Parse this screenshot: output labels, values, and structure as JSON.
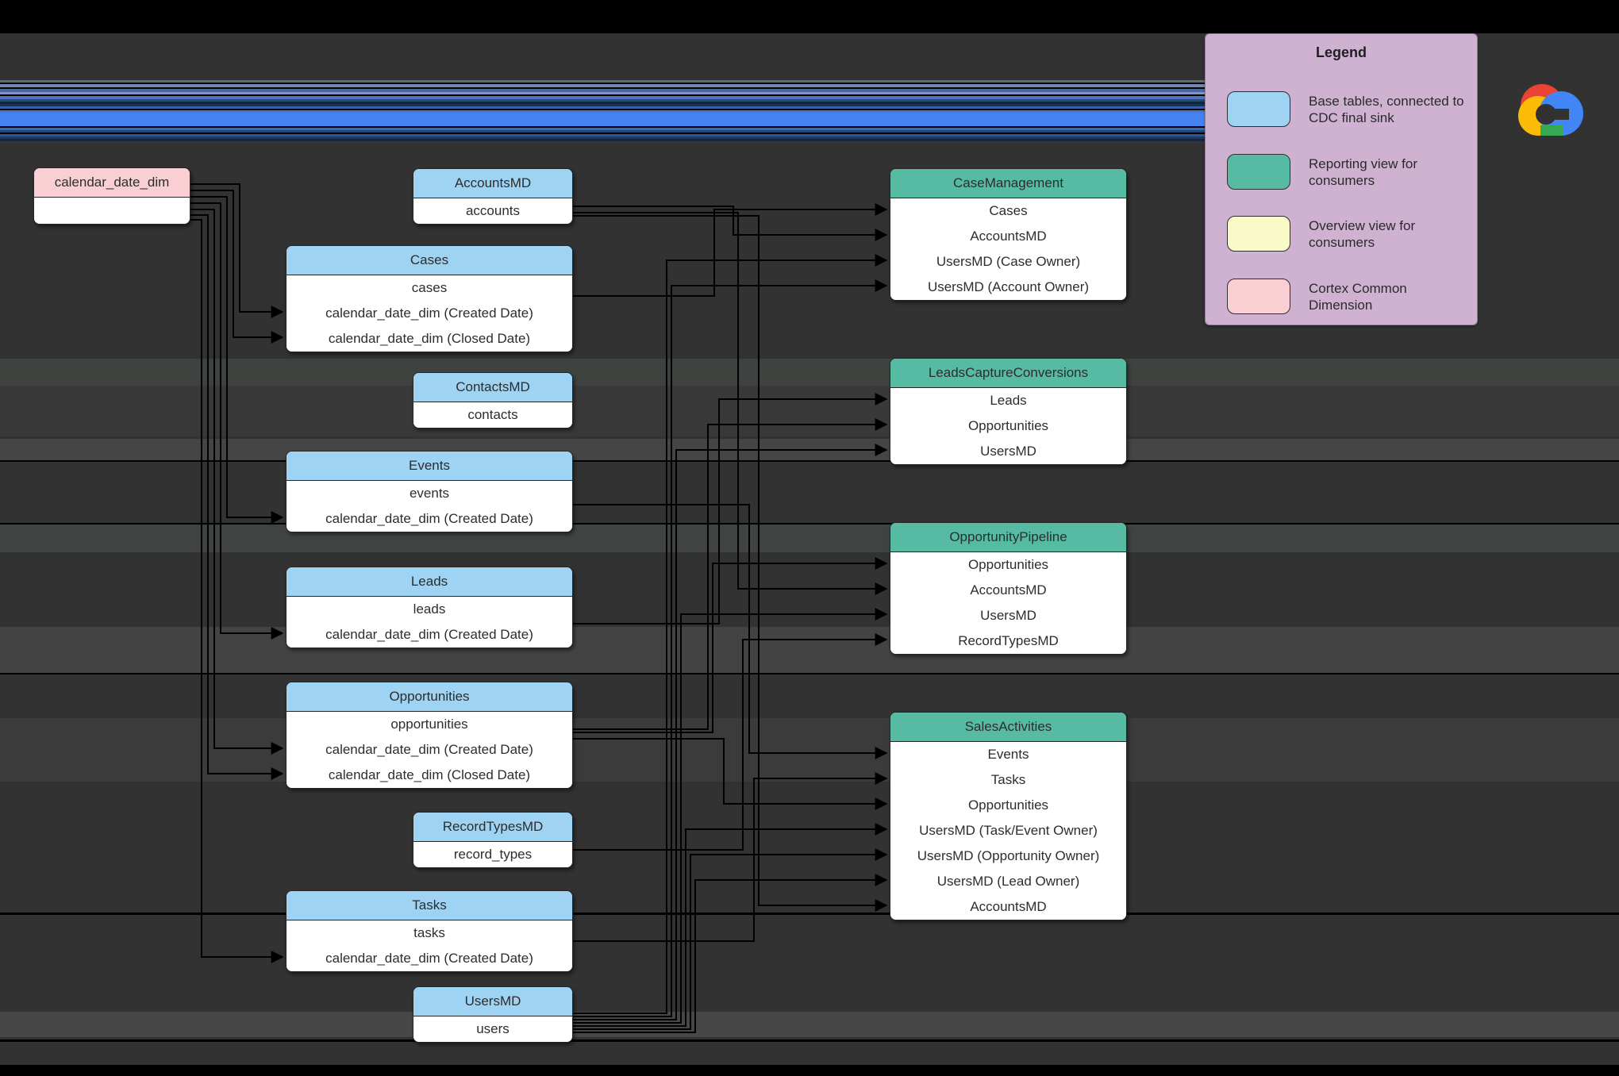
{
  "colors": {
    "canvas_background": "#323232",
    "top_bar": "#000000",
    "bottom_bar": "#000000",
    "glitch_blue_band": "#4583f2",
    "base_table_header": "#9ed3f3",
    "reporting_view_header": "#57bba3",
    "overview_view_swatch": "#fafac8",
    "common_dimension_header": "#f9cfd4",
    "legend_background": "#cfb2d2",
    "table_body": "#ffffff",
    "connector": "#000000",
    "logo_red": "#ea4335",
    "logo_yellow": "#fbbc05",
    "logo_green": "#34a853",
    "logo_blue": "#4285f4"
  },
  "tables": [
    {
      "title": "calendar_date_dim",
      "type": "cortex-common-dimension",
      "rows": []
    },
    {
      "title": "AccountsMD",
      "type": "base-table",
      "rows": [
        "accounts"
      ]
    },
    {
      "title": "Cases",
      "type": "base-table",
      "rows": [
        "cases",
        "calendar_date_dim (Created Date)",
        "calendar_date_dim (Closed Date)"
      ]
    },
    {
      "title": "ContactsMD",
      "type": "base-table",
      "rows": [
        "contacts"
      ]
    },
    {
      "title": "Events",
      "type": "base-table",
      "rows": [
        "events",
        "calendar_date_dim (Created Date)"
      ]
    },
    {
      "title": "Leads",
      "type": "base-table",
      "rows": [
        "leads",
        "calendar_date_dim (Created Date)"
      ]
    },
    {
      "title": "Opportunities",
      "type": "base-table",
      "rows": [
        "opportunities",
        "calendar_date_dim (Created Date)",
        "calendar_date_dim (Closed Date)"
      ]
    },
    {
      "title": "RecordTypesMD",
      "type": "base-table",
      "rows": [
        "record_types"
      ]
    },
    {
      "title": "Tasks",
      "type": "base-table",
      "rows": [
        "tasks",
        "calendar_date_dim (Created Date)"
      ]
    },
    {
      "title": "UsersMD",
      "type": "base-table",
      "rows": [
        "users"
      ]
    },
    {
      "title": "CaseManagement",
      "type": "reporting-view",
      "rows": [
        "Cases",
        "AccountsMD",
        "UsersMD (Case Owner)",
        "UsersMD (Account Owner)"
      ]
    },
    {
      "title": "LeadsCaptureConversions",
      "type": "reporting-view",
      "rows": [
        "Leads",
        "Opportunities",
        "UsersMD"
      ]
    },
    {
      "title": "OpportunityPipeline",
      "type": "reporting-view",
      "rows": [
        "Opportunities",
        "AccountsMD",
        "UsersMD",
        "RecordTypesMD"
      ]
    },
    {
      "title": "SalesActivities",
      "type": "reporting-view",
      "rows": [
        "Events",
        "Tasks",
        "Opportunities",
        "UsersMD (Task/Event Owner)",
        "UsersMD (Opportunity Owner)",
        "UsersMD (Lead Owner)",
        "AccountsMD"
      ]
    }
  ],
  "legend": {
    "title": "Legend",
    "items": [
      {
        "label": "Base tables, connected to CDC final sink",
        "color": "#9ed3f3"
      },
      {
        "label": "Reporting view for consumers",
        "color": "#57bba3"
      },
      {
        "label": "Overview view for consumers",
        "color": "#fafac8"
      },
      {
        "label": "Cortex Common Dimension",
        "color": "#f9cfd4"
      }
    ]
  },
  "logo": {
    "icon": "google-cloud-logo"
  }
}
